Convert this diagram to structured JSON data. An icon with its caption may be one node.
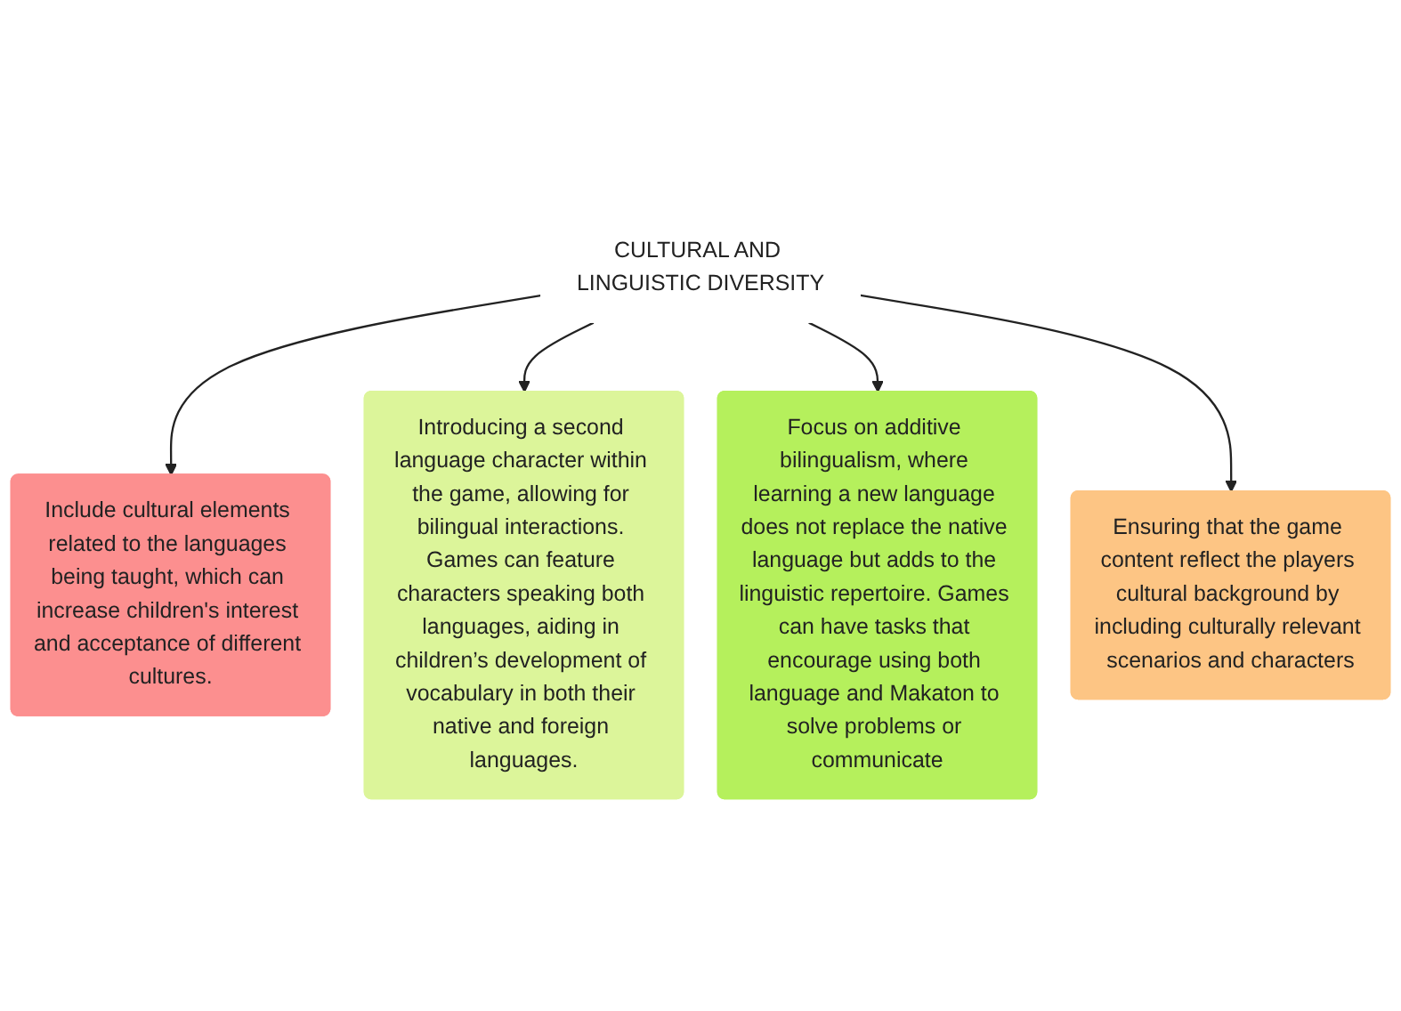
{
  "diagram": {
    "nodes": [
      {
        "text": [
          "Include cultural elements related to the languages being taught, which can increase children's interest and acceptance of different cultures."
        ]
      },
      {
        "text": [
          "Introducing a second language character within the game, allowing for bilingual interactions. Games can feature characters speaking both languages, aiding in children’s development of vocabulary in both their native and foreign languages."
        ]
      },
      {
        "text": [
          "CULTURAL AND LINGUISTIC DIVERSITY"
        ]
      },
      {
        "text": [
          "Focus on additive bilingualism, where learning a new language does not replace the native language but adds to the linguistic repertoire. Games can have tasks that encourage using both language and Makaton to solve problems or communicate"
        ]
      },
      {
        "text": [
          "Ensuring that the game content reflect the players cultural background by including culturally relevant scenarios and characters"
        ]
      }
    ],
    "edges": [
      {
        "from": 2,
        "to": 0,
        "arrow": "to"
      },
      {
        "from": 2,
        "to": 1,
        "arrow": "to"
      },
      {
        "from": 2,
        "to": 3,
        "arrow": "to"
      },
      {
        "from": 2,
        "to": 4,
        "arrow": "to"
      }
    ]
  }
}
